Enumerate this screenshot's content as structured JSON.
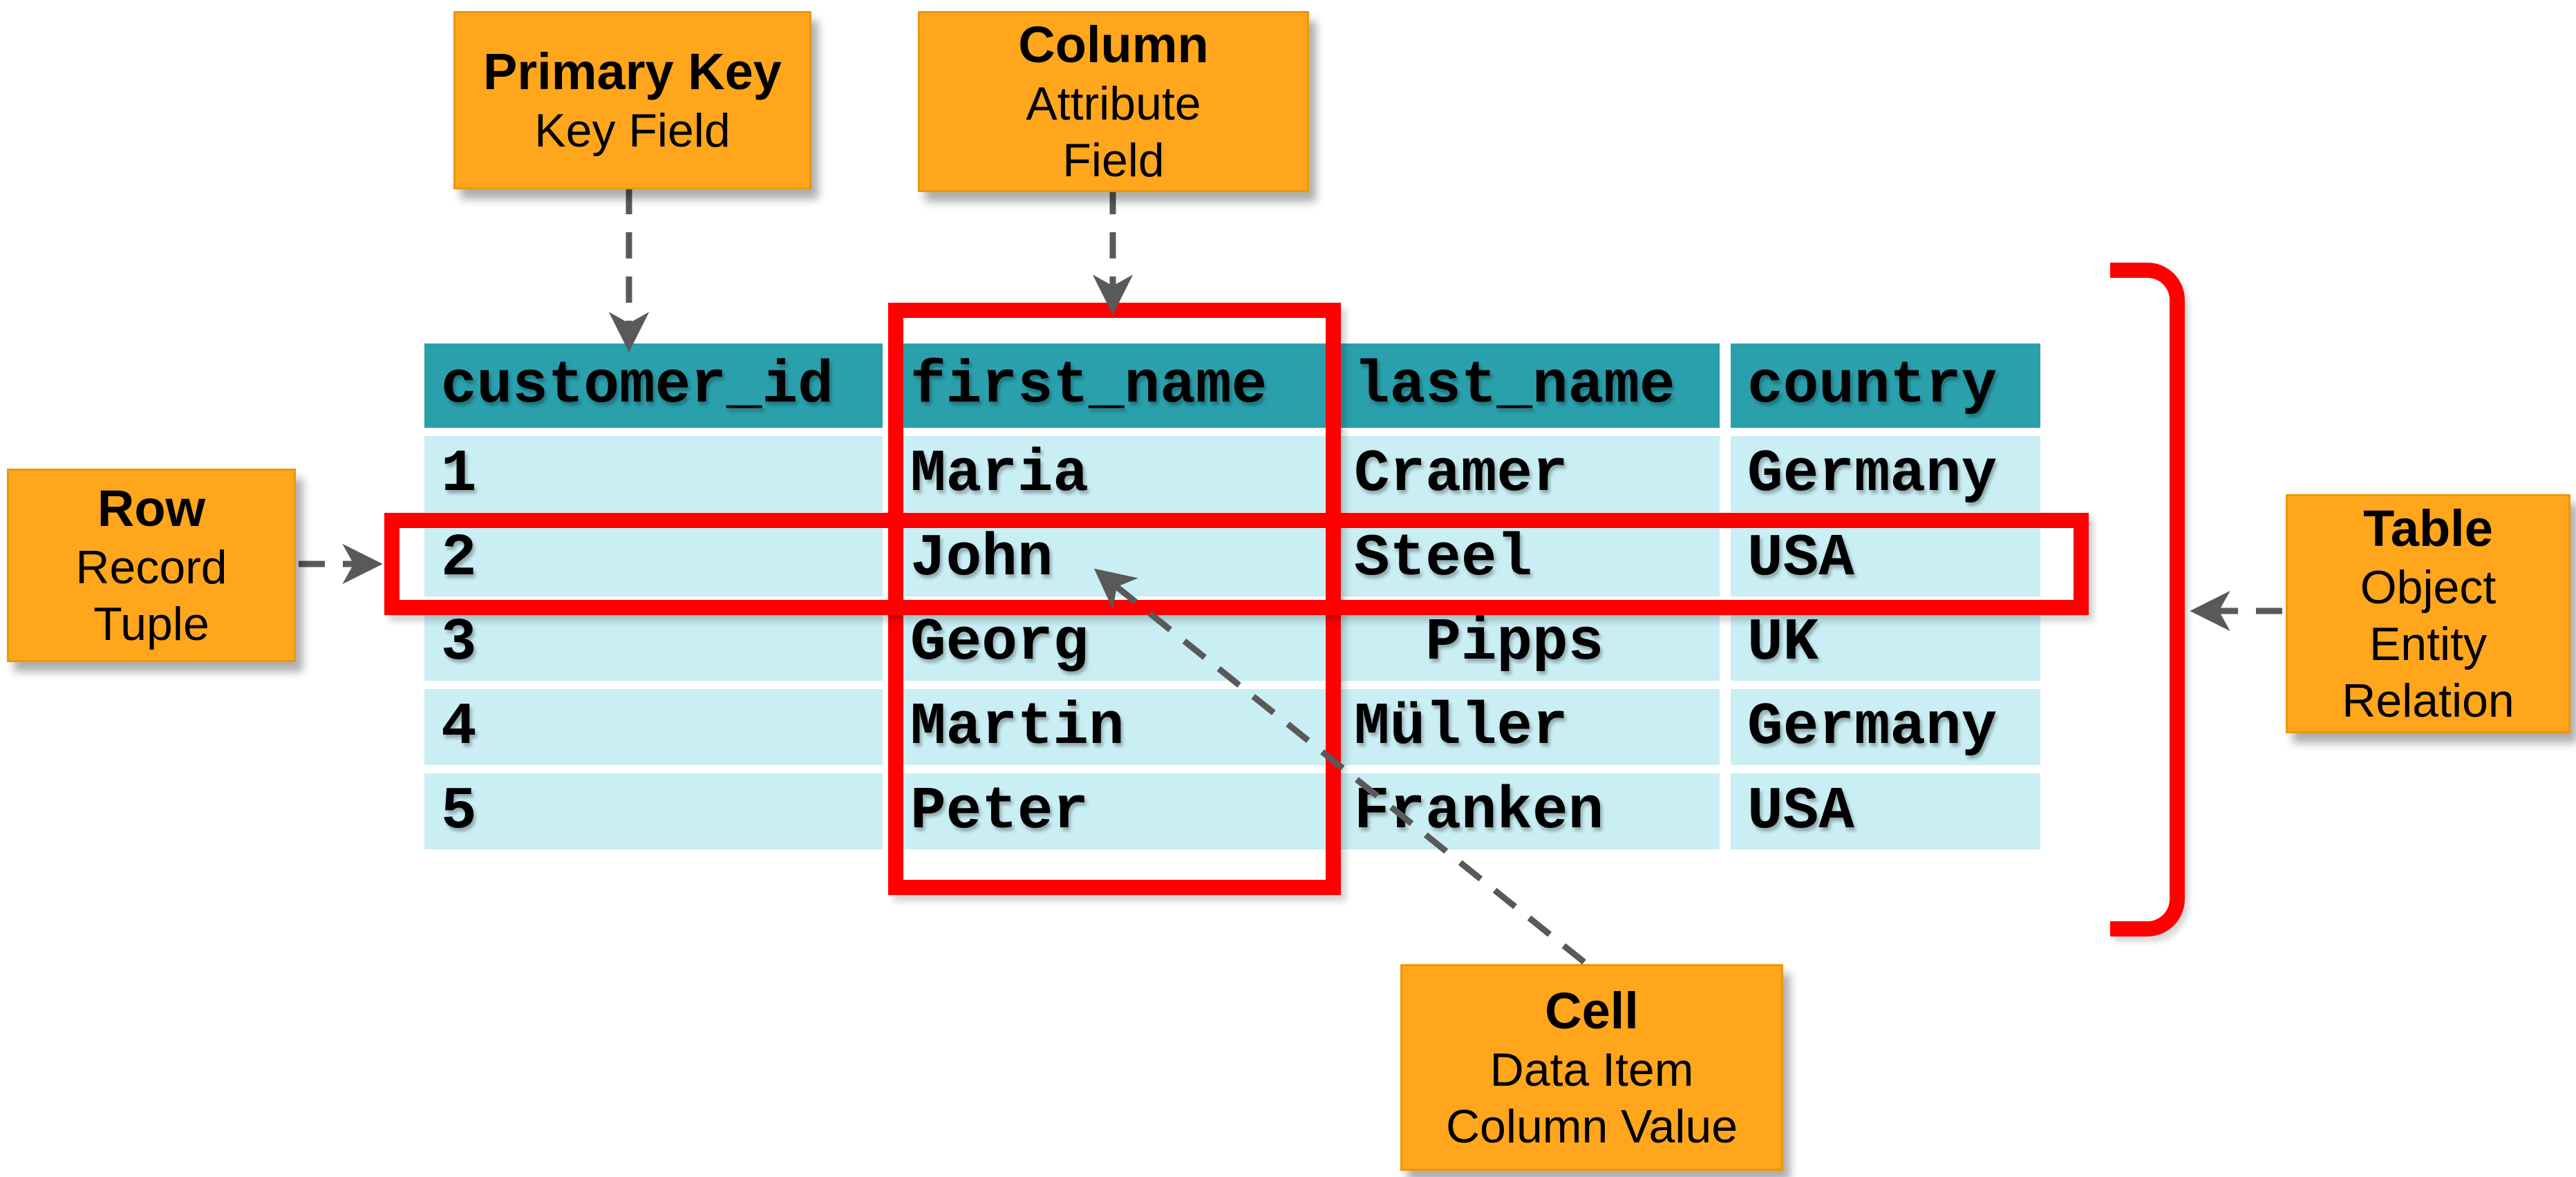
{
  "callouts": {
    "primary_key": {
      "title": "Primary Key",
      "lines": [
        "Key Field"
      ]
    },
    "column": {
      "title": "Column",
      "lines": [
        "Attribute",
        "Field"
      ]
    },
    "row": {
      "title": "Row",
      "lines": [
        "Record",
        "Tuple"
      ]
    },
    "table": {
      "title": "Table",
      "lines": [
        "Object",
        "Entity",
        "Relation"
      ]
    },
    "cell": {
      "title": "Cell",
      "lines": [
        "Data Item",
        "Column Value"
      ]
    }
  },
  "table": {
    "headers": [
      "customer_id",
      "first_name",
      "last_name",
      "country"
    ],
    "rows": [
      [
        "1",
        "Maria",
        "Cramer",
        "Germany"
      ],
      [
        "2",
        "John",
        "Steel",
        "USA"
      ],
      [
        "3",
        "Georg",
        "  Pipps",
        "UK"
      ],
      [
        "4",
        "Martin",
        "Müller",
        "Germany"
      ],
      [
        "5",
        "Peter",
        "Franken",
        "USA"
      ]
    ]
  },
  "colors": {
    "page_background": "#FFFFFF",
    "header_teal": "#2AA0AD",
    "row_cyan": "#C9EEF4",
    "callout_orange": "#FFA61D",
    "callout_border": "#ED9606",
    "highlight_red": "#FF0000",
    "arrow_gray": "#595959",
    "text_black": "#000000"
  }
}
